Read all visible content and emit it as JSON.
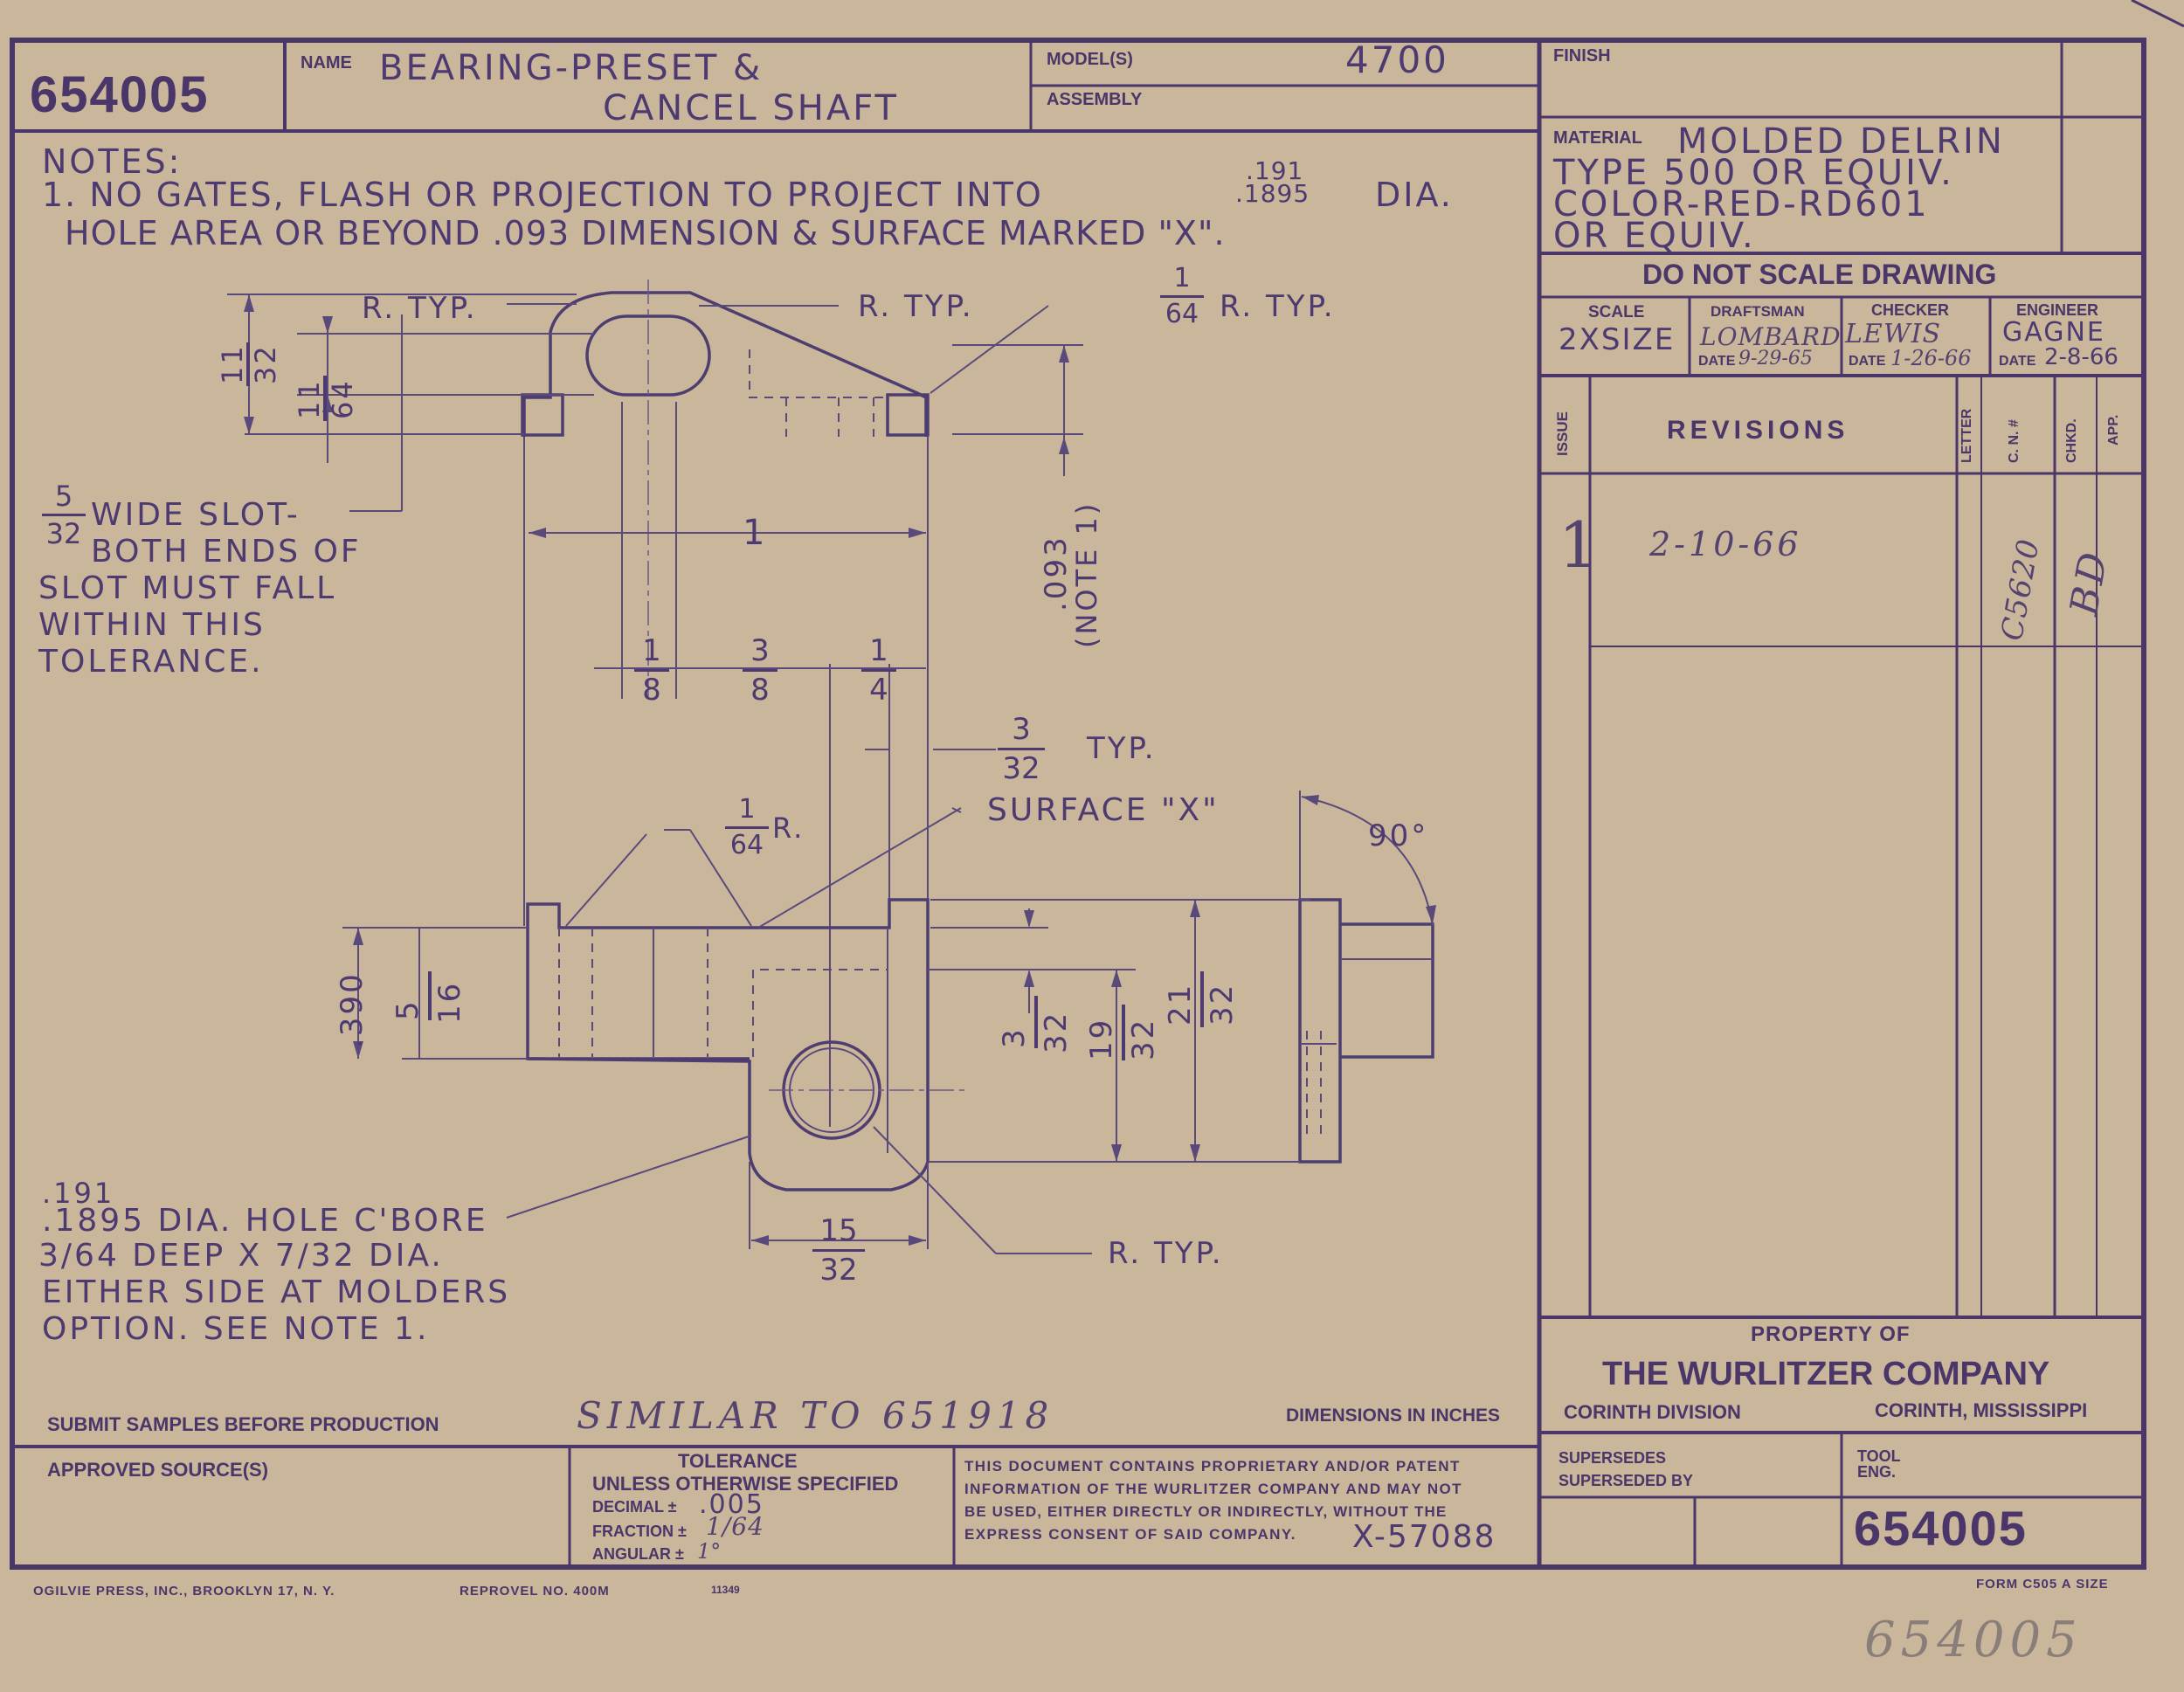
{
  "title_block": {
    "drawing_number": "654005",
    "name_label": "NAME",
    "name_line1": "BEARING-PRESET &",
    "name_line2": "CANCEL SHAFT",
    "models_label": "MODEL(S)",
    "models_value": "4700",
    "assembly_label": "ASSEMBLY",
    "finish_label": "FINISH",
    "material_label": "MATERIAL",
    "material_line1": "MOLDED DELRIN",
    "material_line2": "TYPE 500 OR EQUIV.",
    "material_line3": "COLOR-RED-RD601",
    "material_line4": "OR EQUIV.",
    "do_not_scale": "DO NOT SCALE DRAWING",
    "scale_label": "SCALE",
    "scale_value": "2XSIZE",
    "draftsman_label": "DRAFTSMAN",
    "draftsman_value": "LOMBARD",
    "draftsman_date_label": "DATE",
    "draftsman_date": "9-29-65",
    "checker_label": "CHECKER",
    "checker_value": "LEWIS",
    "checker_date_label": "DATE",
    "checker_date": "1-26-66",
    "engineer_label": "ENGINEER",
    "engineer_value": "GAGNE",
    "engineer_date_label": "DATE",
    "engineer_date": "2-8-66"
  },
  "revisions": {
    "issue_label": "ISSUE",
    "heading": "REVISIONS",
    "letter_label": "LETTER",
    "cn_label": "C. N. #",
    "chkd_label": "CHKD.",
    "app_label": "APP.",
    "rows": [
      {
        "issue": "1",
        "description": "2-10-66",
        "cn": "C5620",
        "chkd": "BD"
      }
    ]
  },
  "company": {
    "property_of": "PROPERTY OF",
    "name": "THE WURLITZER COMPANY",
    "division": "CORINTH DIVISION",
    "location": "CORINTH, MISSISSIPPI"
  },
  "notes": {
    "heading": "NOTES:",
    "note1_line1": "1. NO GATES, FLASH OR PROJECTION TO PROJECT INTO",
    "note1_dia_top": ".191",
    "note1_dia_bottom": ".1895",
    "note1_dia_suffix": "DIA.",
    "note1_line2": "HOLE AREA OR BEYOND .093 DIMENSION & SURFACE MARKED \"X\"."
  },
  "drawing": {
    "r_typ": "R. TYP.",
    "r_typ_small_num": "1",
    "r_typ_small_den": "64",
    "r_typ_small_suffix": "R. TYP.",
    "dim_11_32_num": "11",
    "dim_11_32_den": "32",
    "dim_11_64_num": "11",
    "dim_11_64_den": "64",
    "slot_num": "5",
    "slot_den": "32",
    "slot_line1": "WIDE SLOT-",
    "slot_line2": "BOTH ENDS OF",
    "slot_line3": "SLOT MUST FALL",
    "slot_line4": "WITHIN THIS",
    "slot_line5": "TOLERANCE.",
    "dim_1": "1",
    "dim_093": ".093",
    "dim_note1": "(NOTE 1)",
    "dim_1_8_num": "1",
    "dim_1_8_den": "8",
    "dim_3_8_num": "3",
    "dim_3_8_den": "8",
    "dim_1_4_num": "1",
    "dim_1_4_den": "4",
    "dim_3_32_typ_num": "3",
    "dim_3_32_typ_den": "32",
    "typ": "TYP.",
    "surface_x": "SURFACE \"X\"",
    "r_1_64_num": "1",
    "r_1_64_den": "64",
    "r_1_64_suffix": "R.",
    "angle_90": "90°",
    "dim_390": ".390",
    "dim_5_16_num": "5",
    "dim_5_16_den": "16",
    "dim_3_32_num": "3",
    "dim_3_32_den": "32",
    "dim_19_32_num": "19",
    "dim_19_32_den": "32",
    "dim_21_32_num": "21",
    "dim_21_32_den": "32",
    "dim_15_32_num": "15",
    "dim_15_32_den": "32",
    "r_typ_bottom": "R. TYP.",
    "hole_line0": ".191",
    "hole_line1": ".1895 DIA. HOLE C'BORE",
    "hole_line2": "3/64 DEEP X 7/32 DIA.",
    "hole_line3": "EITHER SIDE AT MOLDERS",
    "hole_line4": "OPTION. SEE NOTE 1."
  },
  "footer": {
    "submit_samples": "SUBMIT SAMPLES BEFORE PRODUCTION",
    "similar_to": "SIMILAR TO 651918",
    "dimensions_in": "DIMENSIONS IN INCHES",
    "approved_source": "APPROVED SOURCE(S)",
    "tolerance_label": "TOLERANCE",
    "tolerance_sub": "UNLESS OTHERWISE SPECIFIED",
    "decimal_label": "DECIMAL ±",
    "decimal_value": ".005",
    "fraction_label": "FRACTION ±",
    "fraction_value": "1/64",
    "angular_label": "ANGULAR ±",
    "angular_value": "1°",
    "proprietary_1": "THIS DOCUMENT CONTAINS PROPRIETARY AND/OR PATENT",
    "proprietary_2": "INFORMATION OF THE WURLITZER COMPANY AND MAY NOT",
    "proprietary_3": "BE USED, EITHER DIRECTLY OR INDIRECTLY, WITHOUT THE",
    "proprietary_4": "EXPRESS CONSENT OF SAID COMPANY.",
    "x_number": "X-57088",
    "supersedes": "SUPERSEDES",
    "superseded_by": "SUPERSEDED BY",
    "tool_eng": "TOOL ENG.",
    "drawing_number": "654005",
    "printer": "OGILVIE PRESS, INC., BROOKLYN 17, N. Y.",
    "reprovel": "REPROVEL NO. 400M",
    "code": "11349",
    "form": "FORM C505 A SIZE",
    "handwritten_number": "654005"
  }
}
